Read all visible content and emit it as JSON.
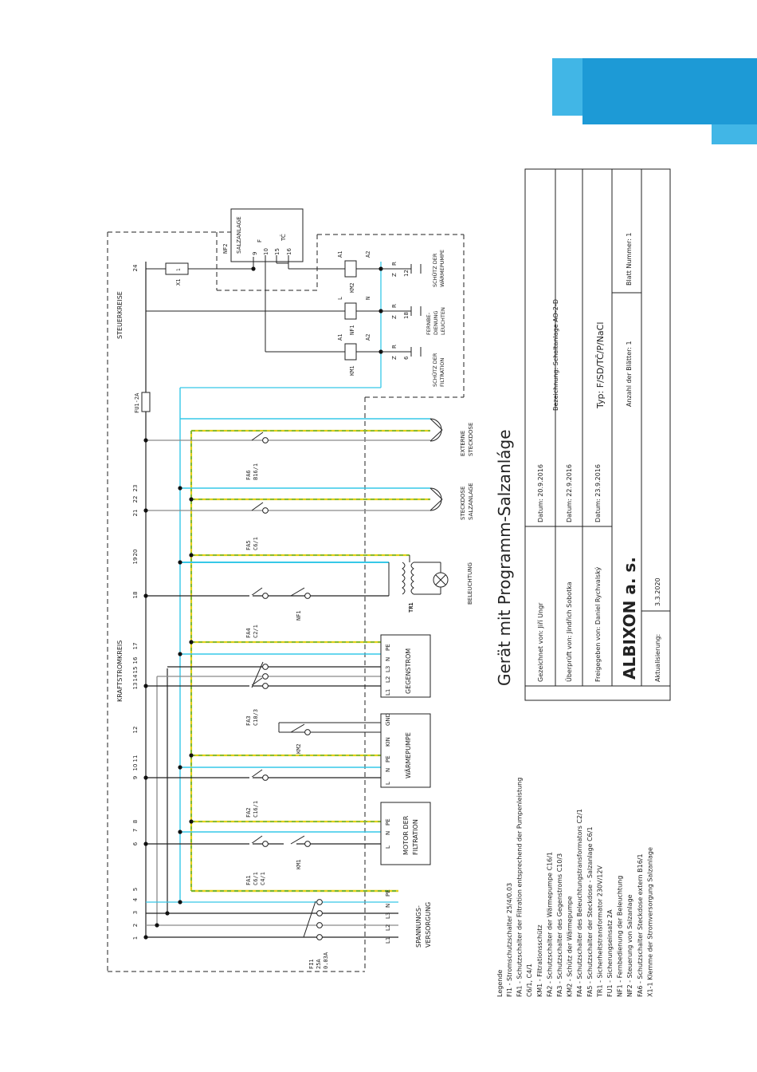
{
  "brand": {
    "accent_light": "#41b6e6",
    "accent_dark": "#1d9ad6"
  },
  "title_block": {
    "title": "Gerät mit Programm-Salzanláge",
    "drawn_by": "Gezeichnet von: Jiří Ungr",
    "drawn_date": "Datum: 20.9.2016",
    "checked_by": "Überprüft von: Jindřich Sobotka",
    "checked_date": "Datum: 22.9.2016",
    "approved_by": "Freigegeben von: Daniel Rychvalský",
    "approved_date": "Datum: 23.9.2016",
    "designation": "Bezeichnung: Schaltanlage AO-2-D",
    "type": "Typ: F/SD/TČ/P/NaCl",
    "sheets_total": "Anzahl der Blätter: 1",
    "sheet_number": "Blatt Nummer: 1",
    "company": "ALBIXON a. s.",
    "update_label": "Aktualisierung:",
    "update_date": "3.3.2020"
  },
  "sections": {
    "power": "KRAFTSTROMKREIS",
    "control": "STEUERKREISE"
  },
  "legend": {
    "heading": "Legende",
    "items": [
      "FI1 - Stromschutzschalter 25/4/0.03",
      "FA1 - Schutzschalter der Filtration entsprechend der Pumpenleistung",
      "C6/1, C4/1",
      "KM1 - Filtrationsschütz",
      "FA2 - Schutzschalter der Wärmepumpe C16/1",
      "FA3 - Schutzschalter des Gegenstroms C10/3",
      "KM2 - Schütz der Wärmepumpe",
      "FA4 - Schutzschalter des Beleuchtungstransformators C2/1",
      "FA5 - Schutzschalter der Steckdose - Salzanlage C6/1",
      "TR1 - Sicherheitstransformator 230V/12V",
      "FU1 - Sicherungseinsatz 2A",
      "NF1 - Fernbedienung der Beleuchtung",
      "NF2 - Steuerung von Salzanlage",
      "FA6 - Schutzschalter Steckdose extern B16/1",
      "X1-1 Klemme der Stromversorgung Salzanlage"
    ]
  },
  "terminals": {
    "power_numbers": [
      "1",
      "2",
      "3",
      "4",
      "5",
      "6",
      "7",
      "8",
      "9",
      "10",
      "11",
      "12",
      "13",
      "14",
      "15",
      "16",
      "17",
      "18",
      "19",
      "20",
      "21",
      "22",
      "23"
    ],
    "control_number": "24"
  },
  "labels": {
    "supply": [
      "SPANNUNGS-",
      "VERSORGUNG"
    ],
    "supply_lines": [
      "L1",
      "L2",
      "L3",
      "N",
      "PE"
    ],
    "fi1": [
      "FI1",
      "25A",
      "0.03A"
    ],
    "fa1": [
      "FA1",
      "C6/1",
      "C4/1"
    ],
    "km1": "KM1",
    "fa2": [
      "FA2",
      "C16/1"
    ],
    "km2": "KM2",
    "fa3": [
      "FA3",
      "C10/3"
    ],
    "fa4": [
      "FA4",
      "C2/1"
    ],
    "nf1": "NF1",
    "tr1": "TR1",
    "fa5": [
      "FA5",
      "C6/1"
    ],
    "fa6": [
      "FA6",
      "B16/1"
    ],
    "fu1": "FU1-2A",
    "x1": "X1",
    "x1_term": "1",
    "nf2": "NF2",
    "salz": "SALZANLAGE",
    "nf2_pins": [
      "9",
      "10",
      "15",
      "16"
    ],
    "nf2_func": [
      "F",
      "TČ"
    ],
    "motor": [
      "MOTOR DER",
      "FILTRATION"
    ],
    "motor_terms": [
      "L",
      "N",
      "PE"
    ],
    "hp": "WÄRMEPUMPE",
    "hp_terms": [
      "L",
      "N",
      "PE",
      "KIN",
      "GND"
    ],
    "gs": "GEGENSTROM",
    "gs_terms": [
      "L1",
      "L2",
      "L3",
      "N",
      "PE"
    ],
    "lighting": "BELEUCHTUNG",
    "socket_salz": [
      "STECKDOSE",
      "SALZANLAGE"
    ],
    "socket_ext": [
      "EXTERNE",
      "STECKDOSE"
    ],
    "km1_coil": "KM1",
    "nf1_coil": "NF1",
    "km2_coil": "KM2",
    "coil_a1": "A1",
    "coil_a2": "A2",
    "coil_l": "L",
    "coil_n": "N",
    "contact_z": "Z",
    "contact_r": "R",
    "contact_nums": [
      "6",
      "18",
      "12"
    ],
    "load_km1": [
      "SCHÜTZ DER",
      "FILTRATION"
    ],
    "load_nf1": [
      "FERNBE-",
      "DIENUNG",
      "LEUCHTEN"
    ],
    "load_km2": [
      "SCHÜTZ DER",
      "WÄRMEPUMPE"
    ]
  }
}
